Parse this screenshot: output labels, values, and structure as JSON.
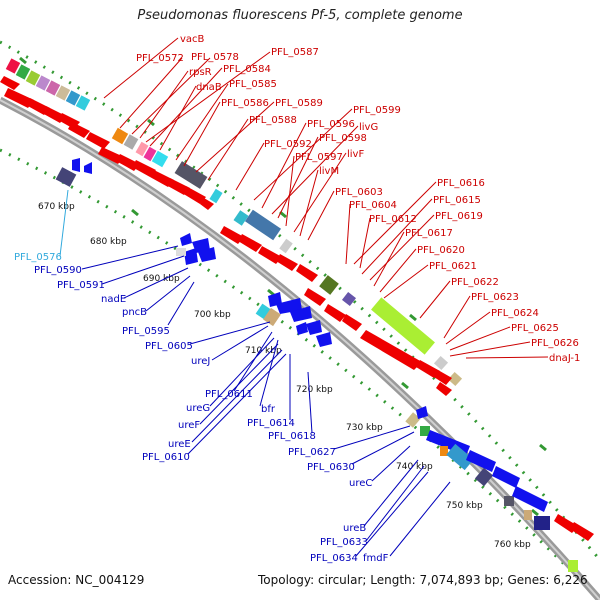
{
  "title": "Pseudomonas fluorescens Pf-5, complete genome",
  "footer": {
    "accession": "Accession: NC_004129",
    "topology": "Topology: circular; Length: 7,074,893 bp; Genes: 6,226"
  },
  "colors": {
    "upper_label": "#cc0000",
    "lower_label": "#0000bb",
    "highlight_label": "#33aadd",
    "backbone": "#999999",
    "dots": "#339933"
  },
  "kbp_ticks": [
    "670 kbp",
    "680 kbp",
    "690 kbp",
    "700 kbp",
    "710 kbp",
    "720 kbp",
    "730 kbp",
    "740 kbp",
    "750 kbp",
    "760 kbp"
  ],
  "upper_labels": [
    "vacB",
    "PFL_0572",
    "PFL_0578",
    "PFL_0587",
    "rpsR",
    "PFL_0584",
    "dnaB",
    "PFL_0585",
    "PFL_0586",
    "PFL_0589",
    "PFL_0588",
    "PFL_0599",
    "PFL_0596",
    "livG",
    "PFL_0598",
    "PFL_0592",
    "PFL_0597",
    "livF",
    "livM",
    "PFL_0603",
    "PFL_0616",
    "PFL_0604",
    "PFL_0615",
    "PFL_0612",
    "PFL_0619",
    "PFL_0617",
    "PFL_0620",
    "PFL_0621",
    "PFL_0622",
    "PFL_0623",
    "PFL_0624",
    "PFL_0625",
    "PFL_0626",
    "dnaJ-1"
  ],
  "lower_labels": [
    "PFL_0576",
    "PFL_0590",
    "PFL_0591",
    "nadE",
    "pncB",
    "PFL_0595",
    "PFL_0605",
    "ureJ",
    "PFL_0611",
    "ureG",
    "bfr",
    "ureF",
    "PFL_0614",
    "PFL_0618",
    "ureE",
    "PFL_0610",
    "PFL_0627",
    "PFL_0630",
    "ureC",
    "ureB",
    "PFL_0633",
    "PFL_0634",
    "fmdF"
  ]
}
